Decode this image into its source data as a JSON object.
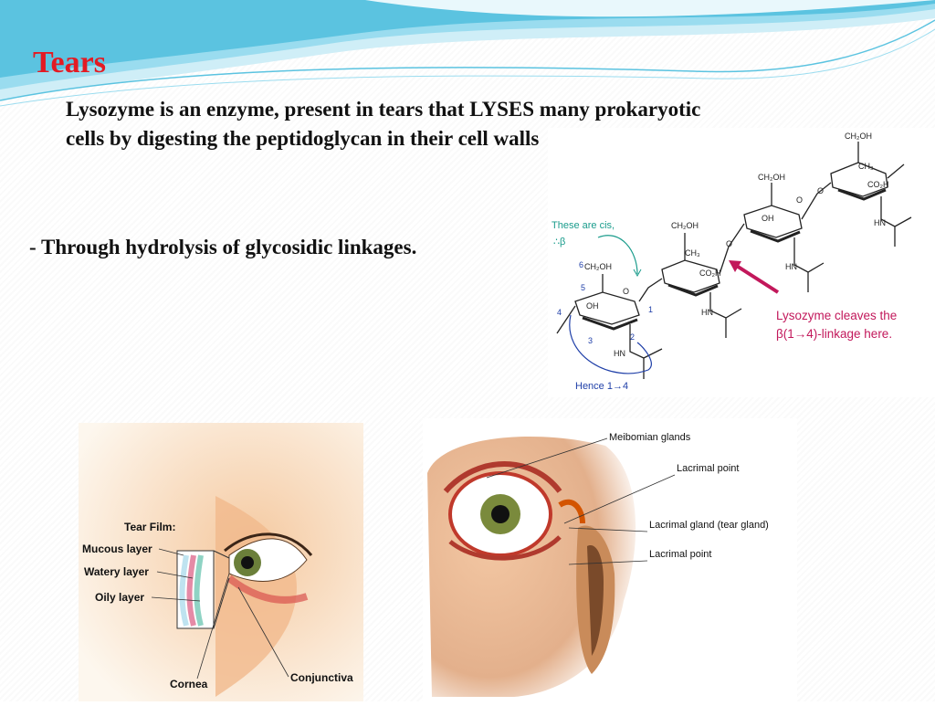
{
  "slide": {
    "title": "Tears",
    "paragraph_line1": "Lysozyme is an enzyme, present in tears that LYSES many prokaryotic",
    "paragraph_line2": "cells by digesting the peptidoglycan in their cell walls",
    "bullet": "- Through hydrolysis of glycosidic linkages."
  },
  "chem_figure": {
    "note_line1": "These are cis,",
    "note_line2": "∴β",
    "hence": "Hence 1→4",
    "lyso_line1": "Lysozyme cleaves the",
    "lyso_line2": "β(1→4)-linkage here.",
    "ch2oh": "CH₂OH",
    "oh": "OH",
    "o": "O",
    "hn": "HN",
    "co2h": "CO₂H",
    "ch3": "CH₃",
    "num6": "6",
    "num5": "5",
    "num4": "4",
    "num3": "3",
    "num2": "2",
    "num1": "1"
  },
  "tear_film_figure": {
    "heading": "Tear Film:",
    "mucous": "Mucous layer",
    "watery": "Watery layer",
    "oily": "Oily layer",
    "cornea": "Cornea",
    "conjunctiva": "Conjunctiva"
  },
  "anatomy_figure": {
    "meibomian": "Meibomian glands",
    "lacrimal_point_top": "Lacrimal point",
    "lacrimal_gland": "Lacrimal gland (tear gland)",
    "lacrimal_point_bottom": "Lacrimal point"
  },
  "colors": {
    "title": "#e31b23",
    "wave": "#5bc3e0",
    "lysozyme_text": "#c2185b",
    "note_text": "#1a9c8c",
    "number_text": "#1f3fa8"
  }
}
